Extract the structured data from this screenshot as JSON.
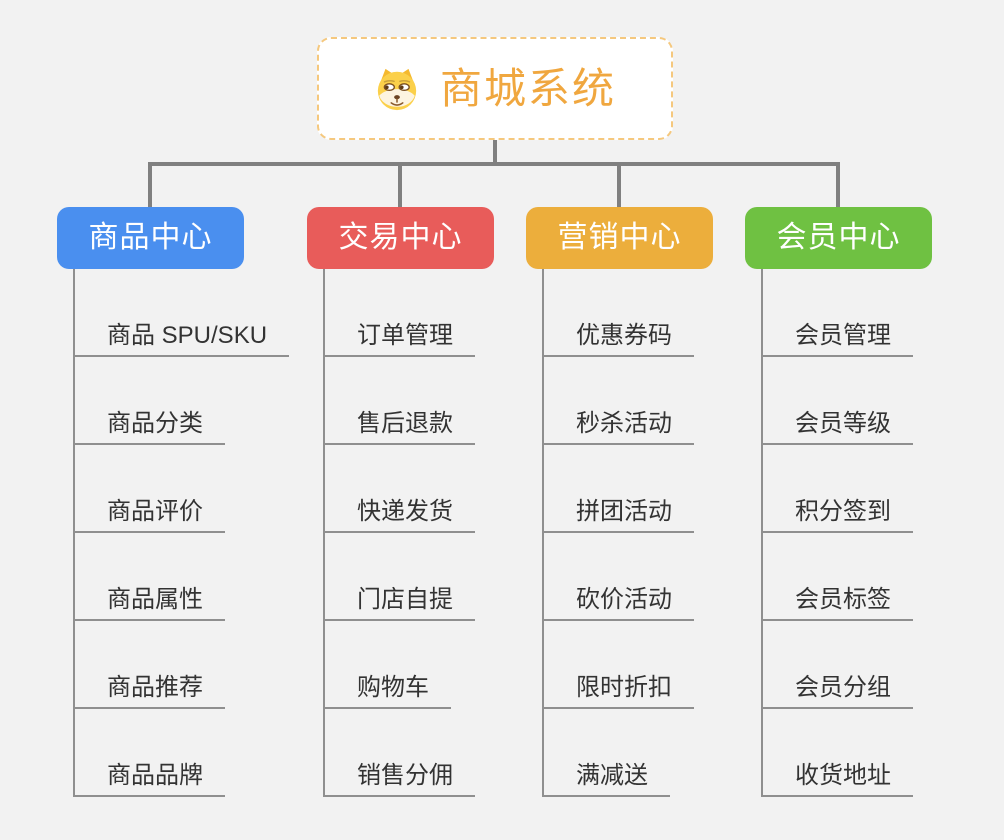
{
  "canvas": {
    "background": "#f2f2f2"
  },
  "root": {
    "title": "商城系统",
    "icon": "doge-icon",
    "text_color": "#f0a73f",
    "border_color": "#f5c87e",
    "background": "#ffffff"
  },
  "connector_color": "#808080",
  "item_line_color": "#8f8f8f",
  "item_text_color": "#333333",
  "branches": [
    {
      "label": "商品中心",
      "color": "#4a8fef",
      "items": [
        "商品 SPU/SKU",
        "商品分类",
        "商品评价",
        "商品属性",
        "商品推荐",
        "商品品牌"
      ]
    },
    {
      "label": "交易中心",
      "color": "#e85c5a",
      "items": [
        "订单管理",
        "售后退款",
        "快递发货",
        "门店自提",
        "购物车",
        "销售分佣"
      ]
    },
    {
      "label": "营销中心",
      "color": "#ecae3c",
      "items": [
        "优惠券码",
        "秒杀活动",
        "拼团活动",
        "砍价活动",
        "限时折扣",
        "满减送"
      ]
    },
    {
      "label": "会员中心",
      "color": "#6fc142",
      "items": [
        "会员管理",
        "会员等级",
        "积分签到",
        "会员标签",
        "会员分组",
        "收货地址"
      ]
    }
  ]
}
